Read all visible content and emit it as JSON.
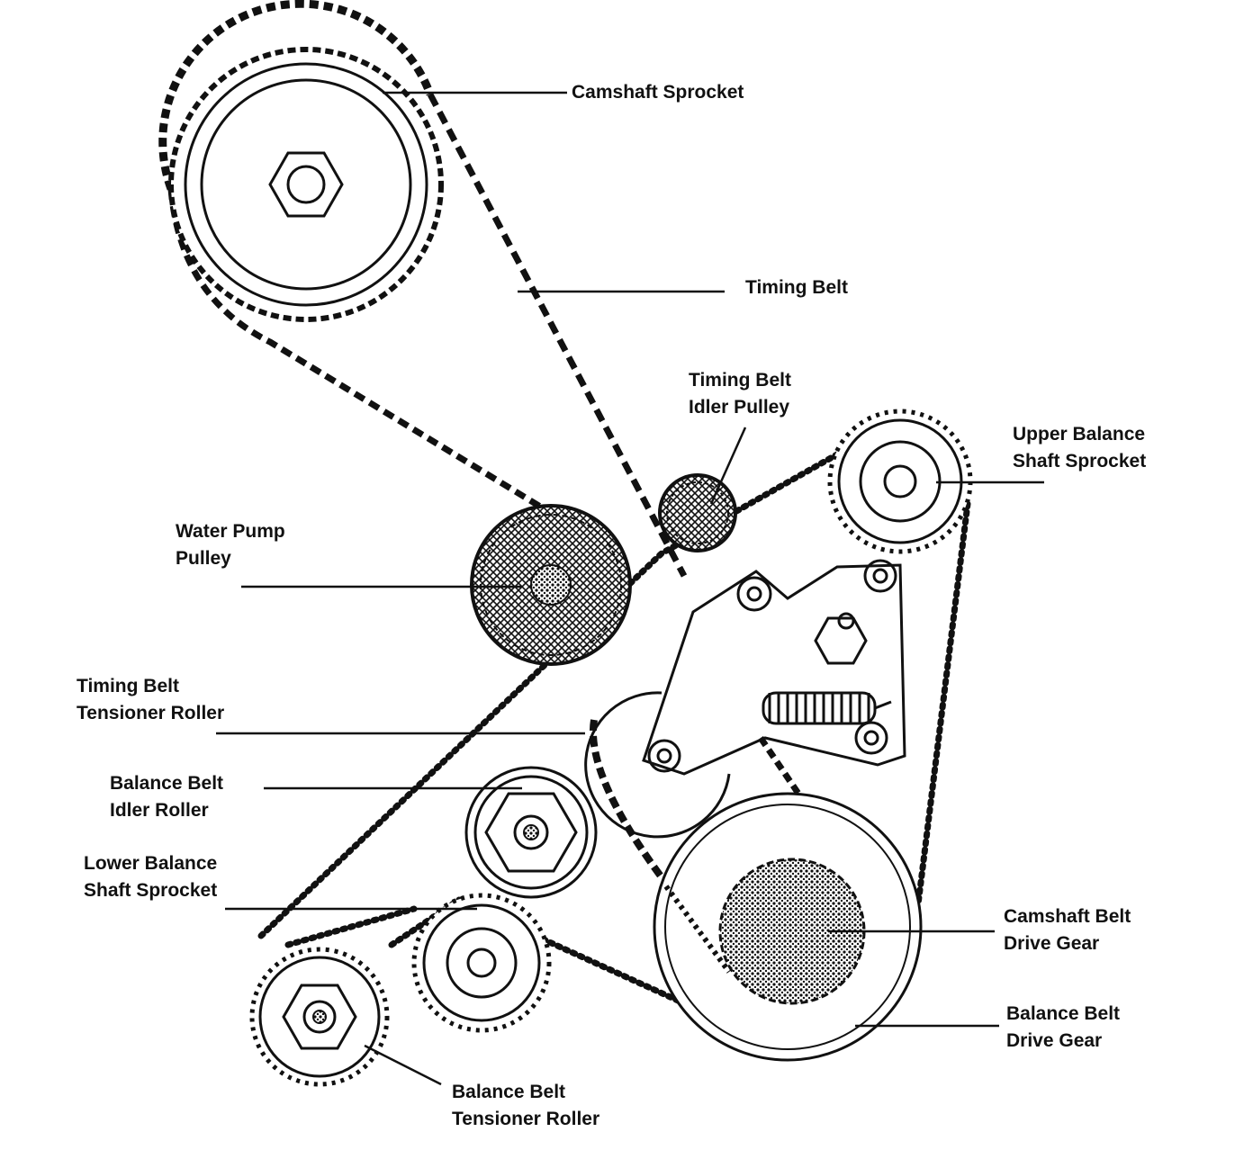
{
  "labels": {
    "camshaft_sprocket": "Camshaft Sprocket",
    "timing_belt": "Timing Belt",
    "timing_idler_l1": "Timing Belt",
    "timing_idler_l2": "Idler Pulley",
    "upper_balance_l1": "Upper Balance",
    "upper_balance_l2": "Shaft Sprocket",
    "water_pump_l1": "Water Pump",
    "water_pump_l2": "Pulley",
    "tensioner_l1": "Timing Belt",
    "tensioner_l2": "Tensioner Roller",
    "bal_idler_l1": "Balance Belt",
    "bal_idler_l2": "Idler Roller",
    "lower_balance_l1": "Lower Balance",
    "lower_balance_l2": "Shaft Sprocket",
    "cam_drive_l1": "Camshaft Belt",
    "cam_drive_l2": "Drive Gear",
    "bal_drive_l1": "Balance Belt",
    "bal_drive_l2": "Drive Gear",
    "bal_tensioner_l1": "Balance Belt",
    "bal_tensioner_l2": "Tensioner Roller"
  }
}
